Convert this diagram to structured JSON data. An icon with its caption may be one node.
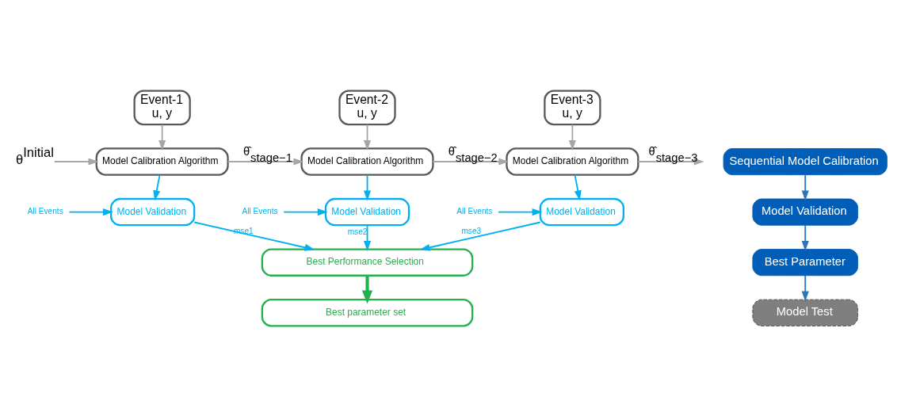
{
  "diagram": {
    "nodes": [
      {
        "text": [
          "θ$^{Initial}$"
        ]
      },
      {
        "text": [
          "Event-1",
          "u, y"
        ]
      },
      {
        "text": [
          "Model Calibration Algorithm"
        ]
      },
      {
        "text": [
          "Event-2",
          "u, y"
        ]
      },
      {
        "text": [
          "Model Calibration Algorithm"
        ]
      },
      {
        "text": [
          "Event-3",
          "u, y"
        ]
      },
      {
        "text": [
          "Model Calibration Algorithm"
        ]
      },
      {
        "text": [
          "All Events"
        ]
      },
      {
        "text": [
          "Model Validation"
        ]
      },
      {
        "text": [
          "All Events"
        ]
      },
      {
        "text": [
          "Model Validation"
        ]
      },
      {
        "text": [
          "All Events"
        ]
      },
      {
        "text": [
          "Model Validation"
        ]
      },
      {
        "text": [
          "Best Performance Selection"
        ]
      },
      {
        "text": [
          "Best parameter set"
        ]
      },
      {
        "text": [
          "Sequential Model Calibration"
        ]
      },
      {
        "text": [
          "Model Validation"
        ]
      },
      {
        "text": [
          "Best Parameter"
        ]
      },
      {
        "text": [
          "Model Test"
        ]
      }
    ],
    "edges": [
      {
        "from": 0,
        "to": 2,
        "arrow": "to",
        "color": "#a6a6a6"
      },
      {
        "from": 1,
        "to": 2,
        "arrow": "to",
        "color": "#a6a6a6"
      },
      {
        "from": 2,
        "to": 4,
        "arrow": "to",
        "label": "θ̂$_{stage−1}$",
        "color": "#a6a6a6"
      },
      {
        "from": 3,
        "to": 4,
        "arrow": "to",
        "color": "#a6a6a6"
      },
      {
        "from": 4,
        "to": 6,
        "arrow": "to",
        "label": "θ̂$_{stage−2}$",
        "color": "#a6a6a6"
      },
      {
        "from": 5,
        "to": 6,
        "arrow": "to",
        "color": "#a6a6a6"
      },
      {
        "from": 6,
        "to": null,
        "arrow": "to",
        "label": "θ̂$_{stage−3}$",
        "color": "#a6a6a6"
      },
      {
        "from": 2,
        "to": 8,
        "arrow": "to"
      },
      {
        "from": 4,
        "to": 10,
        "arrow": "to"
      },
      {
        "from": 6,
        "to": 12,
        "arrow": "to"
      },
      {
        "from": 7,
        "to": 8,
        "arrow": "to"
      },
      {
        "from": 9,
        "to": 10,
        "arrow": "to"
      },
      {
        "from": 11,
        "to": 12,
        "arrow": "to"
      },
      {
        "from": 8,
        "to": 13,
        "arrow": "to",
        "label": "mse1"
      },
      {
        "from": 10,
        "to": 13,
        "arrow": "to",
        "label": "mse2"
      },
      {
        "from": 12,
        "to": 13,
        "arrow": "to",
        "label": "mse3"
      },
      {
        "from": 13,
        "to": 14,
        "arrow": "to",
        "style": "thick",
        "color": "#22b14c"
      },
      {
        "from": 15,
        "to": 16,
        "arrow": "to",
        "color": "#2e75b6"
      },
      {
        "from": 16,
        "to": 17,
        "arrow": "to",
        "color": "#2e75b6"
      },
      {
        "from": 17,
        "to": 18,
        "arrow": "to",
        "color": "#2e75b6"
      }
    ]
  }
}
